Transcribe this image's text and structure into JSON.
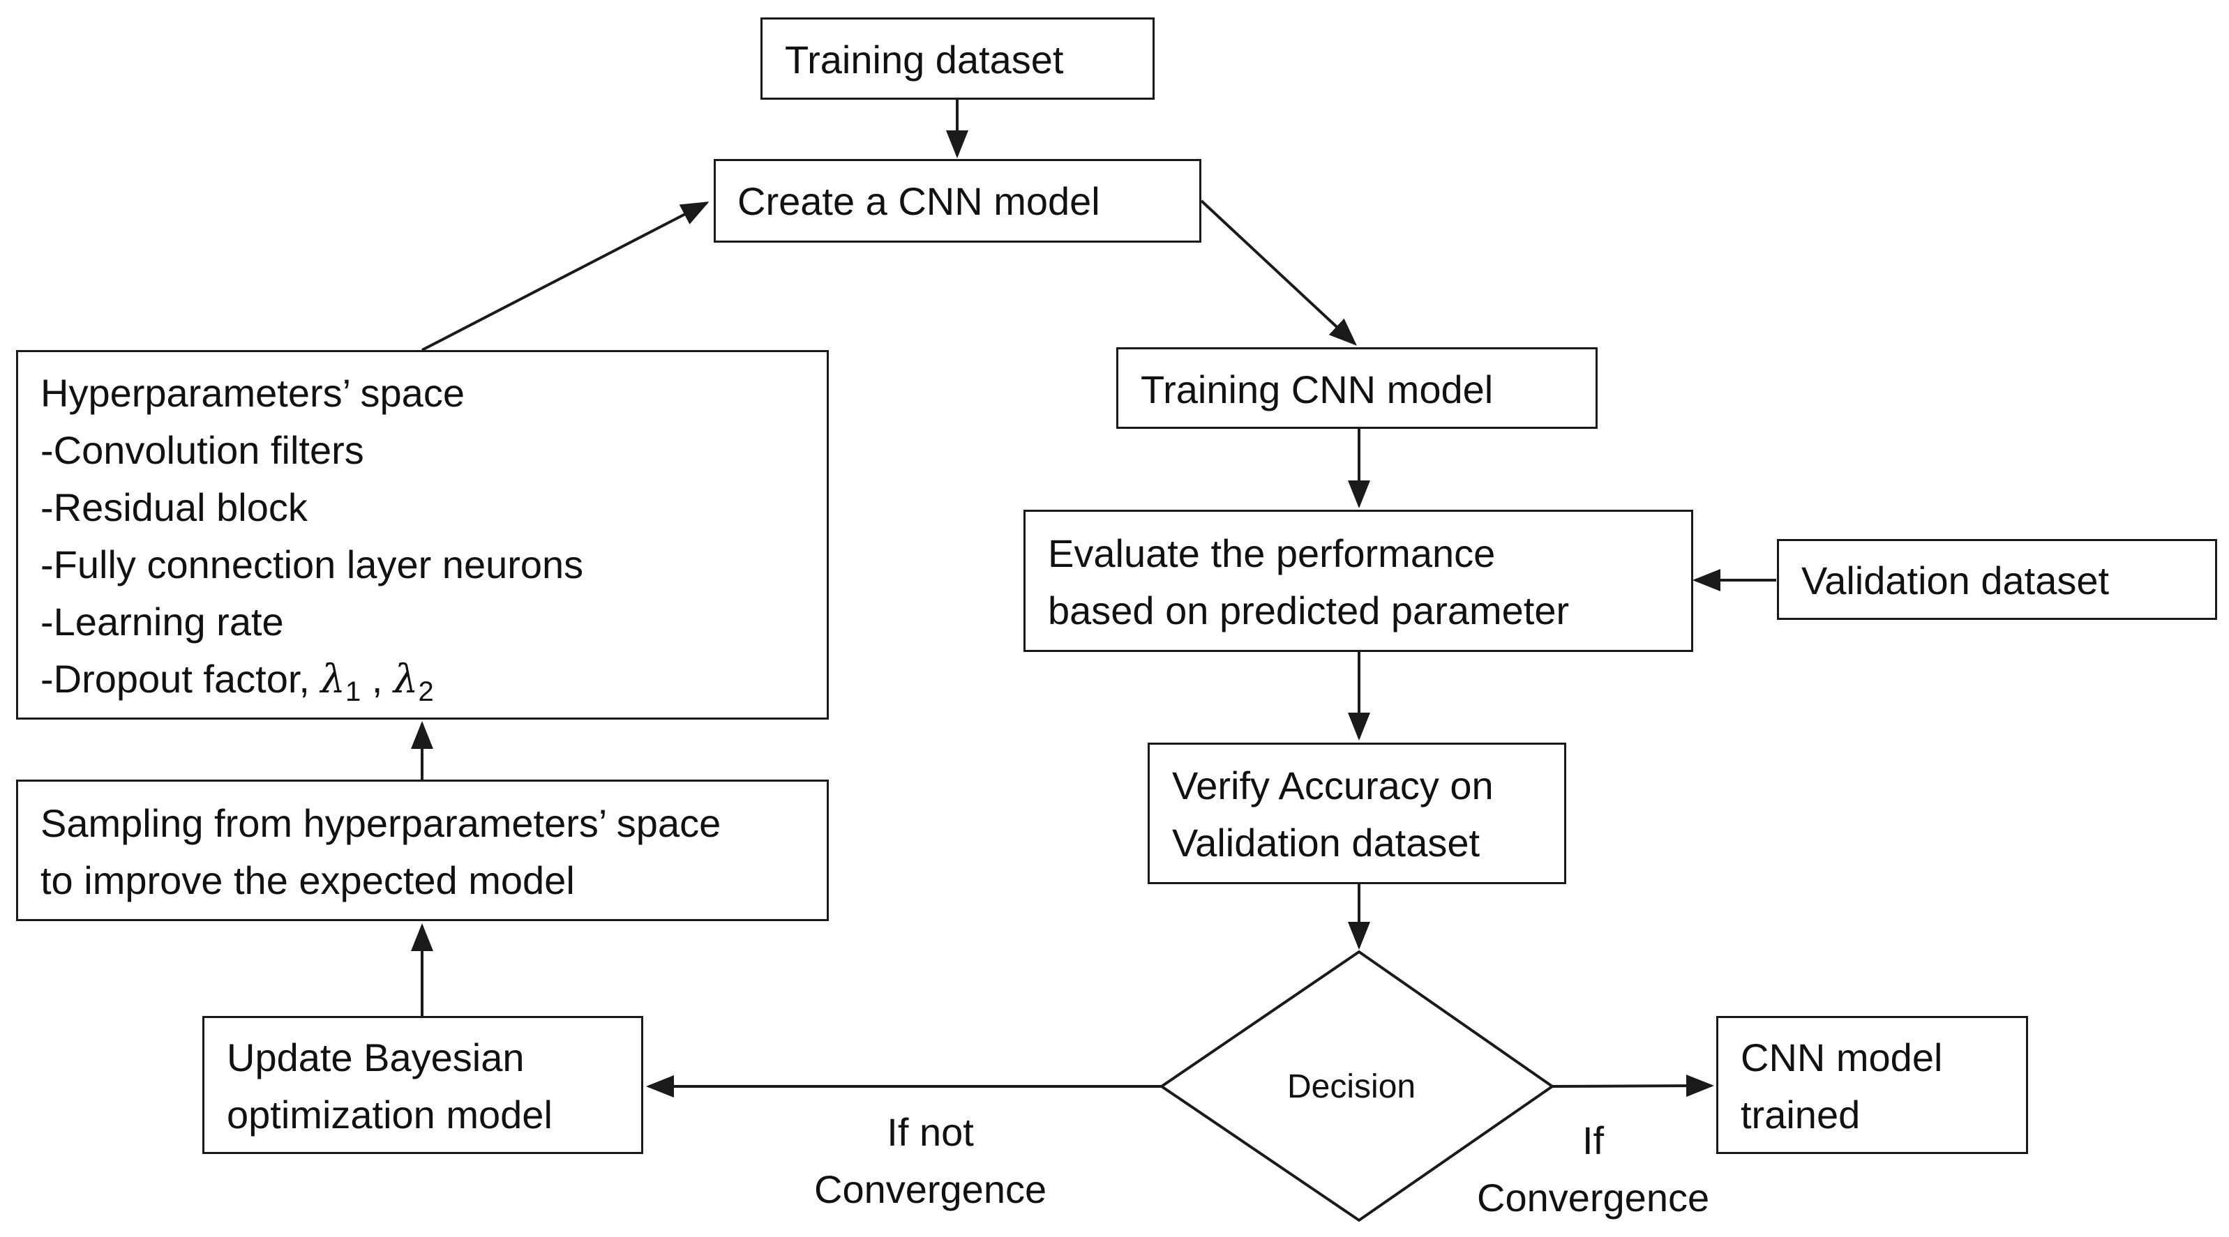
{
  "nodes": {
    "training_dataset": "Training dataset",
    "create_cnn": "Create a CNN model",
    "training_cnn": "Training CNN model",
    "evaluate": "Evaluate the performance\nbased on predicted parameter",
    "validation_dataset": "Validation dataset",
    "verify": "Verify Accuracy on\nValidation dataset",
    "decision": "Decision",
    "cnn_trained": "CNN model\ntrained",
    "update_bayesian": "Update Bayesian\noptimization model",
    "sampling": "Sampling from hyperparameters’ space\nto improve the expected model",
    "hyper": {
      "title": "Hyperparameters’ space",
      "items": [
        "-Convolution filters",
        "-Residual block",
        "-Fully connection layer neurons",
        "-Learning rate"
      ],
      "dropout_prefix": "-Dropout factor, ",
      "lambda_symbol": "λ",
      "sub1": "1",
      "sep": " , ",
      "sub2": "2"
    }
  },
  "edge_labels": {
    "if_not": "If not\nConvergence",
    "if": "If\nConvergence"
  },
  "colors": {
    "stroke": "#1a1a1a",
    "text": "#111111",
    "background": "#ffffff"
  }
}
